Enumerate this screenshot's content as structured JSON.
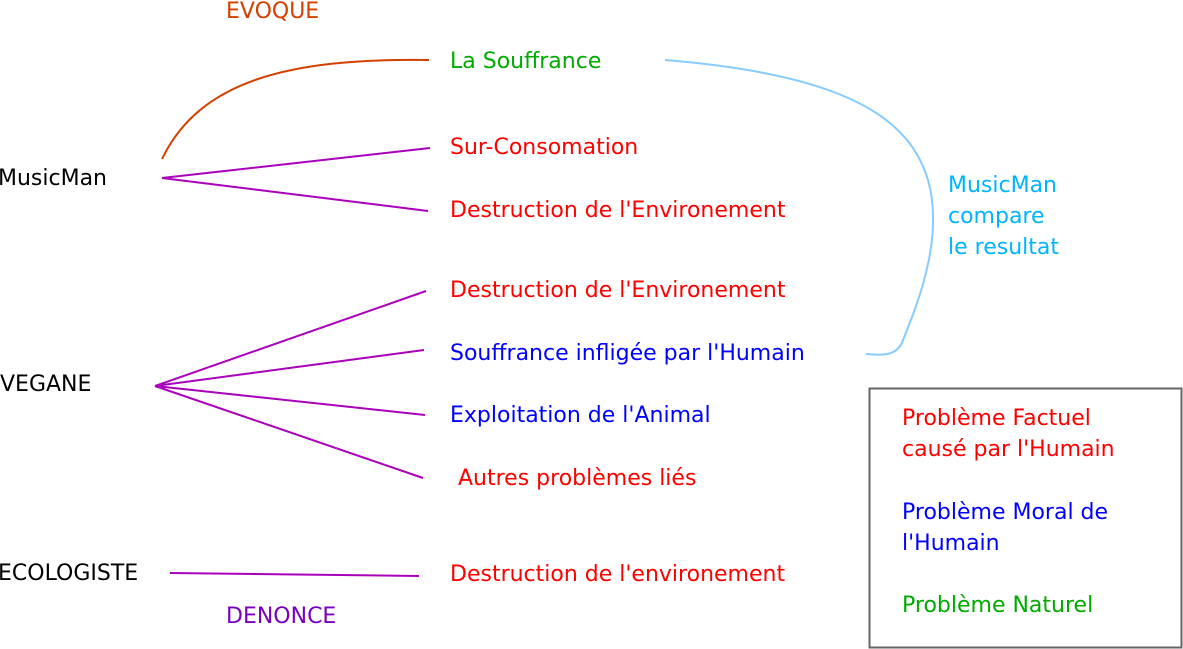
{
  "colors": {
    "actor": "#000000",
    "factual": "#ff0000",
    "moral": "#0000ff",
    "natural": "#00aa00",
    "link": "#aa00bb",
    "evoque": "#d44000",
    "denonce": "#7a00c0",
    "compare": "#00b4ff",
    "compare_line": "#88ccff",
    "legend_border": "#666666"
  },
  "relations": {
    "evoque": "EVOQUE",
    "denonce": "DENONCE",
    "compare": [
      "MusicMan",
      "compare",
      "le resultat"
    ]
  },
  "actors": {
    "musicman": "MusicMan",
    "vegane": "VEGANE",
    "ecologiste": "ECOLOGISTE"
  },
  "issues": {
    "souffrance": "La Souffrance",
    "surconso": "Sur-Consomation",
    "destruction_mm": "Destruction de l'Environement",
    "destruction_veg": "Destruction de l'Environement",
    "souffrance_humain": "Souffrance infligée par l'Humain",
    "exploitation": "Exploitation de l'Animal",
    "autres": "Autres problèmes liés",
    "destruction_eco": "Destruction de l'environement"
  },
  "legend": {
    "factual": [
      "Problème Factuel",
      "causé par l'Humain"
    ],
    "moral": [
      "Problème Moral de",
      "l'Humain"
    ],
    "natural": "Problème Naturel"
  }
}
